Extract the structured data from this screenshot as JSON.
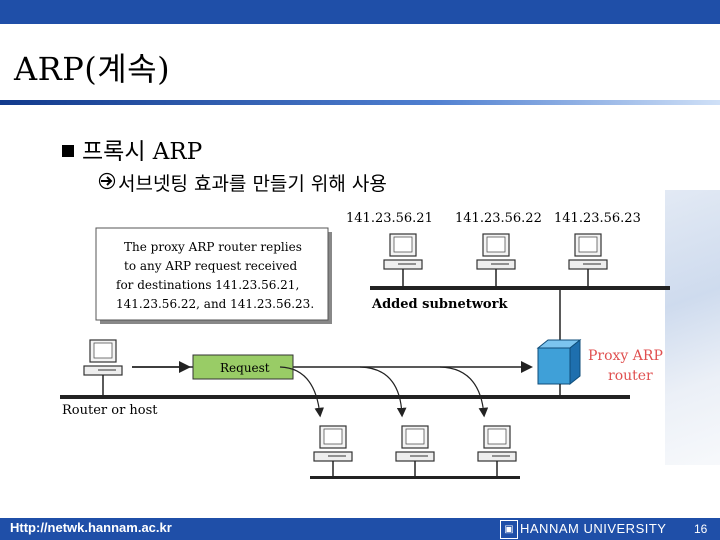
{
  "slide": {
    "title": "ARP(계속)",
    "bullet_level1": "프록시 ARP",
    "bullet_level2": "서브넷팅 효과를 만들기 위해 사용"
  },
  "diagram": {
    "ip_addresses": [
      "141.23.56.21",
      "141.23.56.22",
      "141.23.56.23"
    ],
    "note_lines": [
      "The proxy ARP router replies",
      "to any ARP request received",
      "for destinations 141.23.56.21,",
      "141.23.56.22, and 141.23.56.23."
    ],
    "added_subnetwork_label": "Added subnetwork",
    "request_label": "Request",
    "proxy_label_line1": "Proxy ARP",
    "proxy_label_line2": "router",
    "router_or_host_label": "Router or host",
    "colors": {
      "request_box": "#99cc66",
      "router_box": "#3fa0d8",
      "proxy_text": "#e05050"
    }
  },
  "footer": {
    "url": "Http://netwk.hannam.ac.kr",
    "university": "HANNAM UNIVERSITY",
    "page_number": "16"
  }
}
